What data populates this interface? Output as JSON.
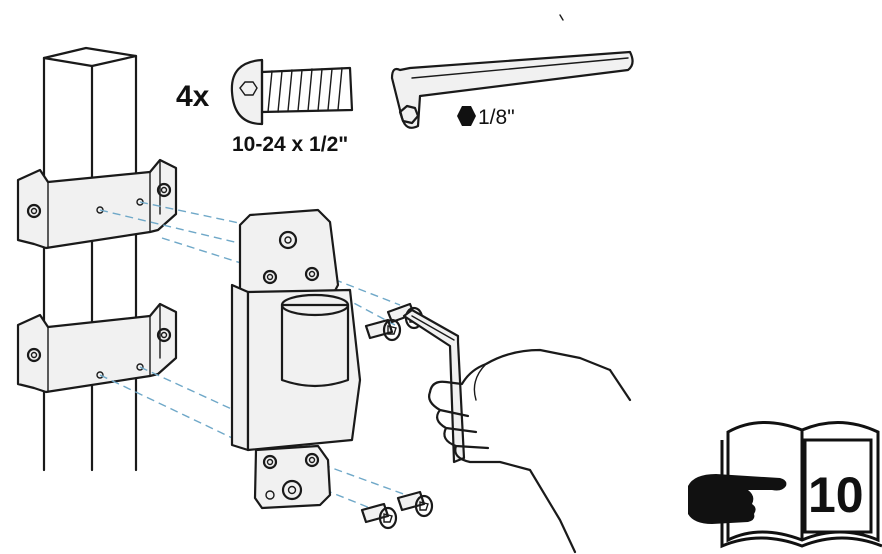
{
  "hardware": {
    "quantity_label": "4x",
    "screw_size_label": "10-24 x 1/2\""
  },
  "tool": {
    "hex_size_label": "1/8\"",
    "hex_icon": "hexagon-icon"
  },
  "manual_reference": {
    "page_number": "10",
    "book_icon": "open-book-icon",
    "hand_icon": "pointing-hand-icon"
  }
}
